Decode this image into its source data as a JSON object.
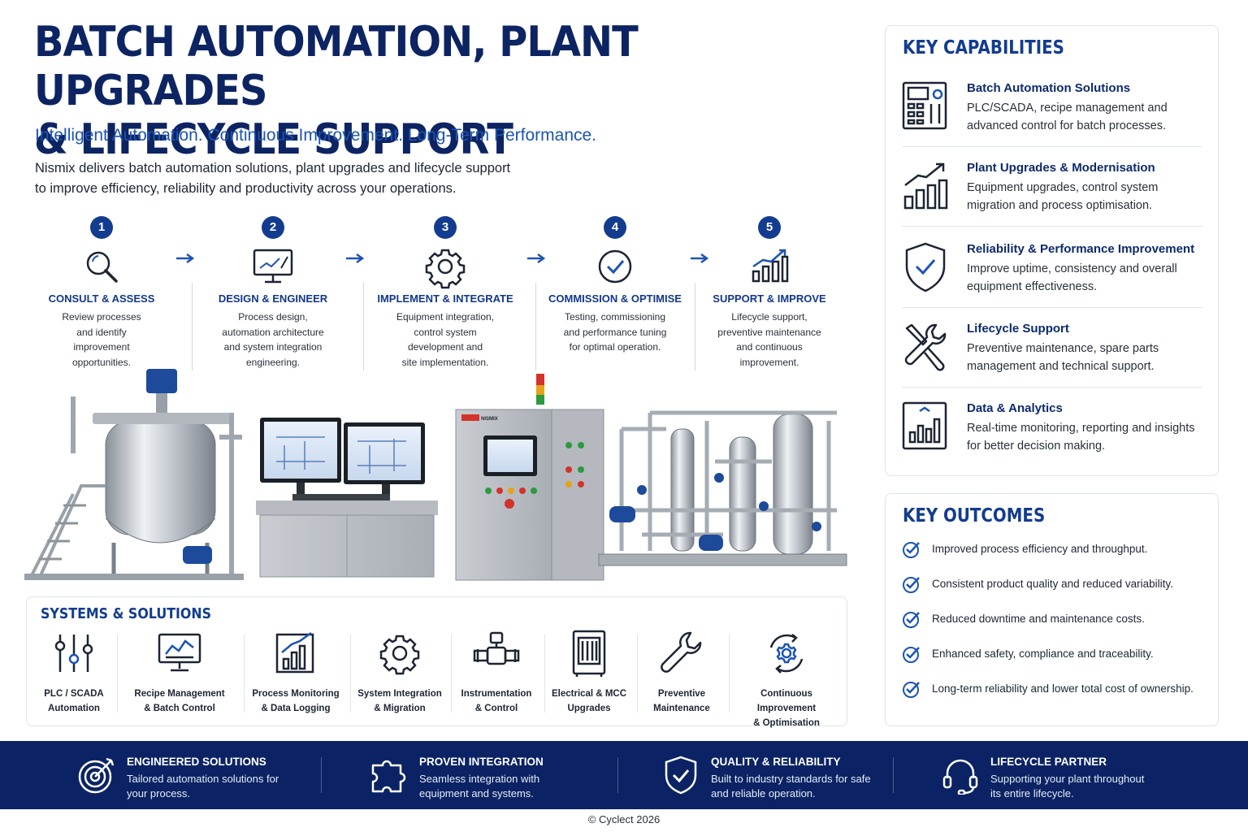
{
  "header": {
    "title_line1": "BATCH AUTOMATION, PLANT UPGRADES",
    "title_line2": "& LIFECYCLE SUPPORT",
    "tagline": "Intelligent Automation. Continuous Improvement. Long-Term Performance.",
    "intro_line1": "Nismix delivers batch automation solutions, plant upgrades and lifecycle support",
    "intro_line2": "to improve efficiency, reliability and productivity across your operations."
  },
  "process_steps": [
    {
      "number": "1",
      "icon": "magnifier-icon",
      "title": "CONSULT & ASSESS",
      "desc": [
        "Review processes",
        "and identify",
        "improvement",
        "opportunities."
      ]
    },
    {
      "number": "2",
      "icon": "monitor-design-icon",
      "title": "DESIGN & ENGINEER",
      "desc": [
        "Process design,",
        "automation architecture",
        "and system integration",
        "engineering."
      ]
    },
    {
      "number": "3",
      "icon": "gear-icon",
      "title": "IMPLEMENT & INTEGRATE",
      "desc": [
        "Equipment integration,",
        "control system",
        "development and",
        "site implementation."
      ]
    },
    {
      "number": "4",
      "icon": "check-circle-icon",
      "title": "COMMISSION & OPTIMISE",
      "desc": [
        "Testing, commissioning",
        "and performance tuning",
        "for optimal operation."
      ]
    },
    {
      "number": "5",
      "icon": "growth-chart-icon",
      "title": "SUPPORT & IMPROVE",
      "desc": [
        "Lifecycle support,",
        "preventive maintenance",
        "and continuous",
        "improvement."
      ]
    }
  ],
  "systems": {
    "heading": "SYSTEMS & SOLUTIONS",
    "items": [
      {
        "icon": "sliders-icon",
        "line1": "PLC / SCADA",
        "line2": "Automation"
      },
      {
        "icon": "monitor-chart-icon",
        "line1": "Recipe Management",
        "line2": "& Batch Control"
      },
      {
        "icon": "bar-chart-icon",
        "line1": "Process Monitoring",
        "line2": "& Data Logging"
      },
      {
        "icon": "gear-icon",
        "line1": "System Integration",
        "line2": "& Migration"
      },
      {
        "icon": "pipe-valve-icon",
        "line1": "Instrumentation",
        "line2": "& Control"
      },
      {
        "icon": "electrical-cabinet-icon",
        "line1": "Electrical & MCC",
        "line2": "Upgrades"
      },
      {
        "icon": "wrench-icon",
        "line1": "Preventive",
        "line2": "Maintenance"
      },
      {
        "icon": "cycle-gear-icon",
        "line1": "Continuous Improvement",
        "line2": "& Optimisation"
      }
    ]
  },
  "capabilities": {
    "heading": "KEY CAPABILITIES",
    "items": [
      {
        "icon": "control-panel-icon",
        "title": "Batch Automation Solutions",
        "desc": "PLC/SCADA, recipe management and advanced control for batch processes."
      },
      {
        "icon": "upgrade-chart-icon",
        "title": "Plant Upgrades & Modernisation",
        "desc": "Equipment upgrades, control system migration and process optimisation."
      },
      {
        "icon": "shield-check-icon",
        "title": "Reliability & Performance Improvement",
        "desc": "Improve uptime, consistency and overall equipment effectiveness."
      },
      {
        "icon": "tools-icon",
        "title": "Lifecycle Support",
        "desc": "Preventive maintenance, spare parts management and technical support."
      },
      {
        "icon": "analytics-icon",
        "title": "Data & Analytics",
        "desc": "Real-time monitoring, reporting and insights for better decision making."
      }
    ]
  },
  "outcomes": {
    "heading": "KEY OUTCOMES",
    "items": [
      "Improved process efficiency and throughput.",
      "Consistent product quality and reduced variability.",
      "Reduced downtime and maintenance costs.",
      "Enhanced safety, compliance and traceability.",
      "Long-term reliability and lower total cost of ownership."
    ]
  },
  "footer_features": [
    {
      "icon": "target-icon",
      "title": "ENGINEERED SOLUTIONS",
      "desc": "Tailored automation solutions for your process."
    },
    {
      "icon": "puzzle-icon",
      "title": "PROVEN INTEGRATION",
      "desc": "Seamless integration with equipment and systems."
    },
    {
      "icon": "shield-check-icon",
      "title": "QUALITY & RELIABILITY",
      "desc": "Built to industry standards for safe and reliable operation."
    },
    {
      "icon": "headset-icon",
      "title": "LIFECYCLE PARTNER",
      "desc": "Supporting your plant throughout its entire lifecycle."
    }
  ],
  "equipment_panel_brand": "NISMIX",
  "copyright": "© Cyclect 2026",
  "colors": {
    "navy": "#0b2364",
    "accent_blue": "#1c54b2",
    "heading_blue": "#123c8f"
  }
}
